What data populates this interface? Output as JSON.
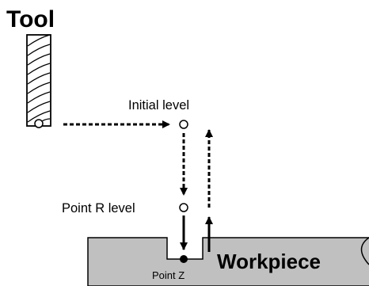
{
  "labels": {
    "tool": "Tool",
    "initial_level": "Initial level",
    "point_r_level": "Point R level",
    "point_z": "Point Z",
    "workpiece": "Workpiece"
  },
  "colors": {
    "workpiece_fill": "#c0c0c0",
    "line": "#000000",
    "background": "#ffffff"
  },
  "icons": {
    "tool": "end-mill-tool-icon",
    "level_marker": "open-circle",
    "bottom_marker": "filled-circle"
  }
}
